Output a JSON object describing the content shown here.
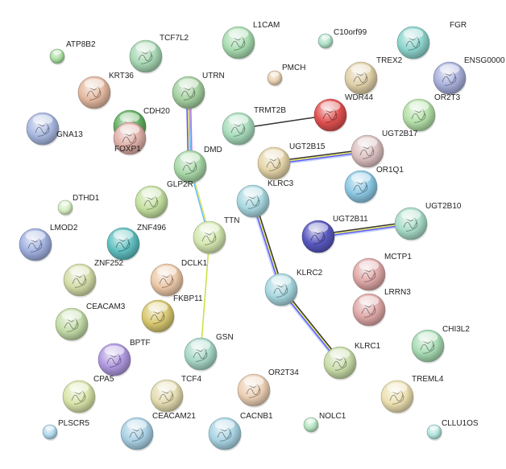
{
  "network": {
    "nodes": [
      {
        "id": "ATP8B2",
        "color": "#a8dca0",
        "size": "xs"
      },
      {
        "id": "TCF7L2",
        "color": "#a8d8b4",
        "size": "l"
      },
      {
        "id": "L1CAM",
        "color": "#a8dcb0",
        "size": "l"
      },
      {
        "id": "C10orf99",
        "color": "#b0e0c8",
        "size": "xs"
      },
      {
        "id": "FGR",
        "color": "#8cd4cc",
        "size": "l"
      },
      {
        "id": "ENSG0000",
        "color": "#a8b0dc",
        "size": "l"
      },
      {
        "id": "KRT36",
        "color": "#e4b8a0",
        "size": "l"
      },
      {
        "id": "UTRN",
        "color": "#a4d0a0",
        "size": "m"
      },
      {
        "id": "PMCH",
        "color": "#e8d0b0",
        "size": "xs"
      },
      {
        "id": "TREX2",
        "color": "#e0d0a8",
        "size": "l"
      },
      {
        "id": "GNA13",
        "color": "#a8b8e0",
        "size": "l"
      },
      {
        "id": "CDH20",
        "color": "#60b060",
        "size": "l"
      },
      {
        "id": "TRMT2B",
        "color": "#a8dcbc",
        "size": "l"
      },
      {
        "id": "WDR44",
        "color": "#e05050",
        "size": "l"
      },
      {
        "id": "OR2T3",
        "color": "#b4e0a8",
        "size": "l"
      },
      {
        "id": "FOXP1",
        "color": "#e0b0a8",
        "size": "l"
      },
      {
        "id": "DMD",
        "color": "#a8d8a8",
        "size": "m"
      },
      {
        "id": "UGT2B15",
        "color": "#e4d4a8",
        "size": "l"
      },
      {
        "id": "UGT2B17",
        "color": "#dcc0c0",
        "size": "l"
      },
      {
        "id": "GLP2R",
        "color": "#c4e0a0",
        "size": "l"
      },
      {
        "id": "OR1Q1",
        "color": "#8cc8e4",
        "size": "l"
      },
      {
        "id": "DTHD1",
        "color": "#d4ecc0",
        "size": "xs"
      },
      {
        "id": "KLRC3",
        "color": "#a8d8e0",
        "size": "l"
      },
      {
        "id": "LMOD2",
        "color": "#a0b0e0",
        "size": "l"
      },
      {
        "id": "ZNF496",
        "color": "#60c0c0",
        "size": "l"
      },
      {
        "id": "TTN",
        "color": "#d4e8b0",
        "size": "l"
      },
      {
        "id": "UGT2B11",
        "color": "#5858c0",
        "size": "l"
      },
      {
        "id": "UGT2B10",
        "color": "#a8dcc8",
        "size": "l"
      },
      {
        "id": "ZNF252",
        "color": "#d4dca8",
        "size": "l"
      },
      {
        "id": "DCLK1",
        "color": "#ecc8a8",
        "size": "l"
      },
      {
        "id": "MCTP1",
        "color": "#e0a8a8",
        "size": "l"
      },
      {
        "id": "KLRC2",
        "color": "#a8d8e0",
        "size": "l"
      },
      {
        "id": "LRRN3",
        "color": "#e0a8a8",
        "size": "l"
      },
      {
        "id": "CEACAM3",
        "color": "#c4dca8",
        "size": "l"
      },
      {
        "id": "FKBP11",
        "color": "#d8c870",
        "size": "l"
      },
      {
        "id": "BPTF",
        "color": "#b098e0",
        "size": "l"
      },
      {
        "id": "GSN",
        "color": "#a8d8c8",
        "size": "l"
      },
      {
        "id": "KLRC1",
        "color": "#c8dca8",
        "size": "l"
      },
      {
        "id": "CHI3L2",
        "color": "#a8dcb4",
        "size": "l"
      },
      {
        "id": "CPA5",
        "color": "#d8e4a8",
        "size": "l"
      },
      {
        "id": "TCF4",
        "color": "#e4dcb0",
        "size": "l"
      },
      {
        "id": "OR2T34",
        "color": "#ecd0b4",
        "size": "l"
      },
      {
        "id": "TREML4",
        "color": "#ece0b0",
        "size": "l"
      },
      {
        "id": "PLSCR5",
        "color": "#b0d8ec",
        "size": "xs"
      },
      {
        "id": "CEACAM21",
        "color": "#a8d0e4",
        "size": "l"
      },
      {
        "id": "CACNB1",
        "color": "#a8d4e4",
        "size": "l"
      },
      {
        "id": "NOLC1",
        "color": "#b4e4c0",
        "size": "xs"
      },
      {
        "id": "CLLU1OS",
        "color": "#b0e4dc",
        "size": "xs"
      }
    ],
    "edges": [
      {
        "source": "UTRN",
        "target": "DMD",
        "strands": [
          "#e060e0",
          "#60c0ff",
          "#e0e060",
          "#5858ff"
        ]
      },
      {
        "source": "DMD",
        "target": "TTN",
        "strands": [
          "#e0e060",
          "#60c0ff"
        ]
      },
      {
        "source": "TTN",
        "target": "GSN",
        "strands": [
          "#c8e040"
        ]
      },
      {
        "source": "TRMT2B",
        "target": "WDR44",
        "strands": [
          "#333333"
        ]
      },
      {
        "source": "UGT2B15",
        "target": "UGT2B17",
        "strands": [
          "#333333",
          "#e0e060",
          "#5858ff",
          "#c0d0ff"
        ]
      },
      {
        "source": "UGT2B11",
        "target": "UGT2B10",
        "strands": [
          "#333333",
          "#e0e060",
          "#5858ff",
          "#c0d0ff"
        ]
      },
      {
        "source": "KLRC3",
        "target": "KLRC2",
        "strands": [
          "#333333",
          "#e0e060",
          "#5858ff",
          "#c0d0ff"
        ]
      },
      {
        "source": "KLRC2",
        "target": "KLRC1",
        "strands": [
          "#333333",
          "#e0e060",
          "#5858ff",
          "#c0d0ff"
        ]
      }
    ]
  }
}
